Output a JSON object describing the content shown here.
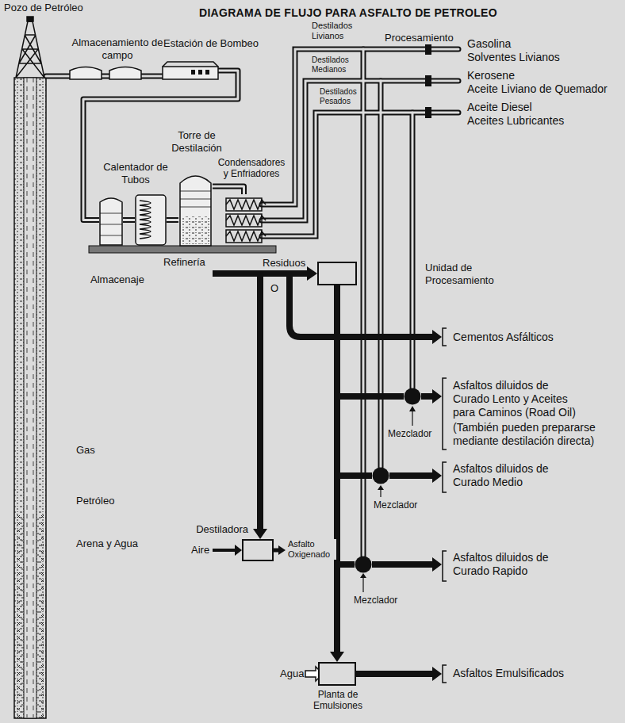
{
  "diagram": {
    "title": "DIAGRAMA DE FLUJO PARA ASFALTO DE PETROLEO",
    "nodes": [
      {
        "text": [
          "Estación de Bombeo"
        ]
      },
      {
        "text": [
          "Almacenaje"
        ]
      },
      {
        "text": [
          "Calentador de Tubos"
        ]
      },
      {
        "text": [
          "Torre de Destilación"
        ]
      },
      {
        "text": [
          "Condensadores y Enfriadores"
        ]
      },
      {
        "text": [
          "Unidad de Procesamiento"
        ]
      },
      {
        "text": [
          "Destiladora"
        ]
      },
      {
        "text": [
          "Mezclador"
        ]
      },
      {
        "text": [
          "Mezclador"
        ]
      },
      {
        "text": [
          "Mezclador"
        ]
      },
      {
        "text": [
          "Planta de Emulsiones"
        ]
      }
    ],
    "edges": [
      {
        "from": 0,
        "to": 1,
        "arrow": "none"
      },
      {
        "from": 1,
        "to": 2,
        "arrow": "none"
      },
      {
        "from": 2,
        "to": 3,
        "arrow": "none"
      },
      {
        "from": 3,
        "to": 4,
        "arrow": "none"
      },
      {
        "from": 3,
        "to": 5,
        "arrow": "to"
      },
      {
        "from": 3,
        "to": 6,
        "arrow": "to"
      },
      {
        "from": 5,
        "to": 7,
        "arrow": "none"
      },
      {
        "from": 5,
        "to": 8,
        "arrow": "none"
      },
      {
        "from": 5,
        "to": 9,
        "arrow": "none"
      },
      {
        "from": 5,
        "to": 10,
        "arrow": "to"
      }
    ],
    "labels": [
      "Pozo de Petróleo",
      "Almacenamiento de campo",
      "Refinería",
      "Destilados Livianos",
      "Destilados Medianos",
      "Destilados Pesados",
      "Procesamiento",
      "Gasolina",
      "Solventes Livianos",
      "Kerosene",
      "Aceite Liviano de Quemador",
      "Aceite Diesel",
      "Aceites Lubricantes",
      "Residuos",
      "O",
      "Cementos Asfálticos",
      "Asfaltos diluidos de Curado Lento y Aceites para Caminos (Road Oil)",
      "(También pueden prepararse mediante destilación directa)",
      "Asfaltos diluidos de Curado Medio",
      "Asfaltos diluidos de Curado Rapido",
      "Aire",
      "Asfalto Oxigenado",
      "Agua",
      "Asfaltos Emulsificados",
      "Gas",
      "Petróleo",
      "Arena y Agua"
    ]
  }
}
